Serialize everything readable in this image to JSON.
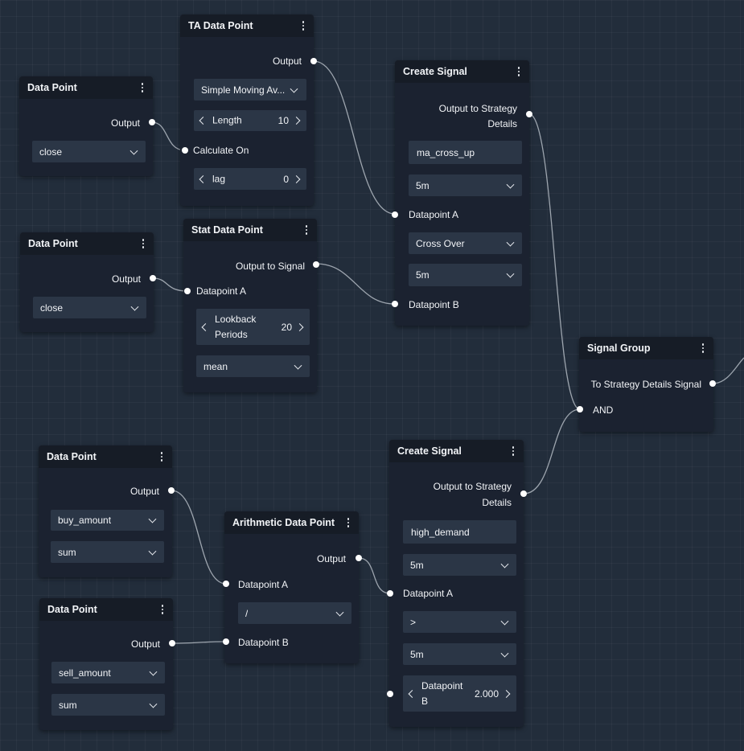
{
  "nodes": {
    "data_point_1": {
      "title": "Data Point",
      "output_label": "Output",
      "source": "close"
    },
    "data_point_2": {
      "title": "Data Point",
      "output_label": "Output",
      "source": "close"
    },
    "data_point_3": {
      "title": "Data Point",
      "output_label": "Output",
      "source": "buy_amount",
      "aggregation": "sum"
    },
    "data_point_4": {
      "title": "Data Point",
      "output_label": "Output",
      "source": "sell_amount",
      "aggregation": "sum"
    },
    "ta_data_point": {
      "title": "TA Data Point",
      "output_label": "Output",
      "indicator": "Simple Moving Av...",
      "length_label": "Length",
      "length_value": "10",
      "calculate_on_label": "Calculate On",
      "lag_label": "lag",
      "lag_value": "0"
    },
    "stat_data_point": {
      "title": "Stat Data Point",
      "output_label": "Output to Signal",
      "input_label": "Datapoint A",
      "lookback_label": "Lookback Periods",
      "lookback_value": "20",
      "statistic": "mean"
    },
    "arithmetic_data_point": {
      "title": "Arithmetic Data Point",
      "output_label": "Output",
      "input_a_label": "Datapoint A",
      "operator": "/",
      "input_b_label": "Datapoint B"
    },
    "create_signal_1": {
      "title": "Create Signal",
      "output_label": "Output to Strategy Details",
      "name_value": "ma_cross_up",
      "timeframe_a": "5m",
      "input_a_label": "Datapoint A",
      "condition": "Cross Over",
      "timeframe_b": "5m",
      "input_b_label": "Datapoint B"
    },
    "create_signal_2": {
      "title": "Create Signal",
      "output_label": "Output to Strategy Details",
      "name_value": "high_demand",
      "timeframe_a": "5m",
      "input_a_label": "Datapoint A",
      "condition": ">",
      "timeframe_b": "5m",
      "input_b_label": "Datapoint B",
      "input_b_value": "2.000"
    },
    "signal_group": {
      "title": "Signal Group",
      "output_label": "To Strategy Details Signal",
      "input_label": "AND"
    }
  },
  "colors": {
    "background": "#222d3b",
    "node": "#1b2230",
    "header": "#161c26",
    "field": "#2b3646",
    "wire": "#c7cdd6",
    "port": "#ffffff"
  },
  "icons": [
    "kebab-menu-icon",
    "chevron-down-icon",
    "chevron-left-icon",
    "chevron-right-icon"
  ]
}
